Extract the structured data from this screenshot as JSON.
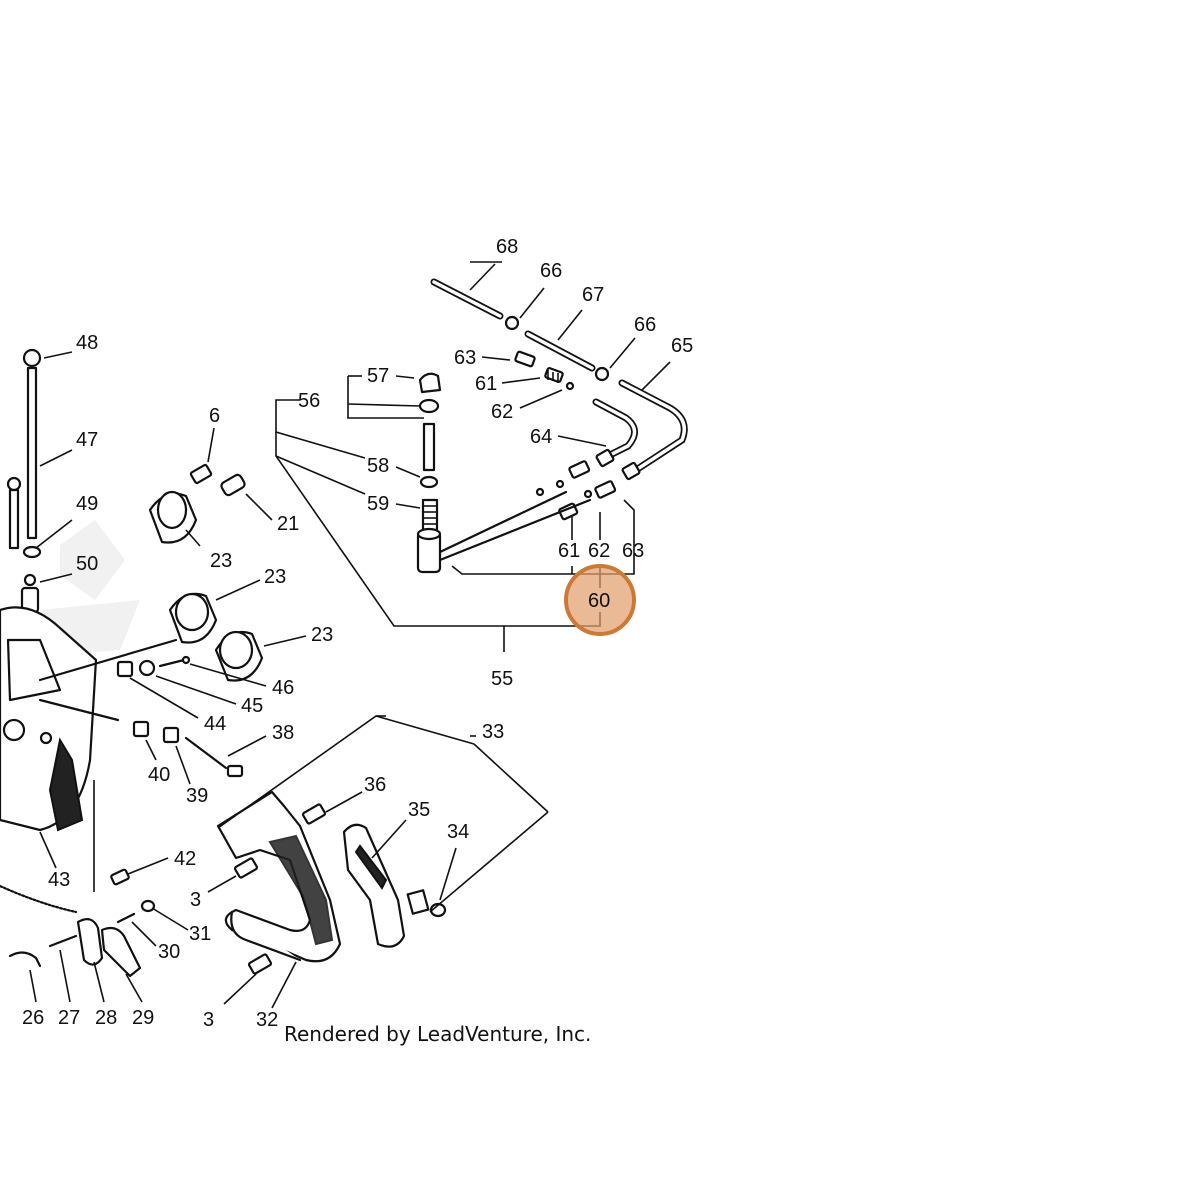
{
  "diagram": {
    "highlighted_callout": "60",
    "highlight_color": "#e2a06e",
    "highlight_stroke": "#cc7a33",
    "credit": "Rendered by LeadVenture, Inc.",
    "callouts": {
      "c68": "68",
      "c66a": "66",
      "c67": "67",
      "c66b": "66",
      "c65": "65",
      "c63a": "63",
      "c61a": "61",
      "c62a": "62",
      "c64": "64",
      "c57": "57",
      "c56": "56",
      "c58": "58",
      "c59": "59",
      "c61b": "61",
      "c62b": "62",
      "c63b": "63",
      "c60": "60",
      "c55": "55",
      "c48": "48",
      "c47": "47",
      "c49": "49",
      "c50": "50",
      "c6": "6",
      "c21": "21",
      "c23a": "23",
      "c23b": "23",
      "c23c": "23",
      "c46": "46",
      "c45": "45",
      "c44": "44",
      "c38": "38",
      "c40": "40",
      "c39": "39",
      "c33": "33",
      "c36": "36",
      "c35": "35",
      "c34": "34",
      "c43": "43",
      "c42": "42",
      "c3a": "3",
      "c31": "31",
      "c30": "30",
      "c3b": "3",
      "c26": "26",
      "c27": "27",
      "c28": "28",
      "c29": "29",
      "c32": "32"
    }
  }
}
